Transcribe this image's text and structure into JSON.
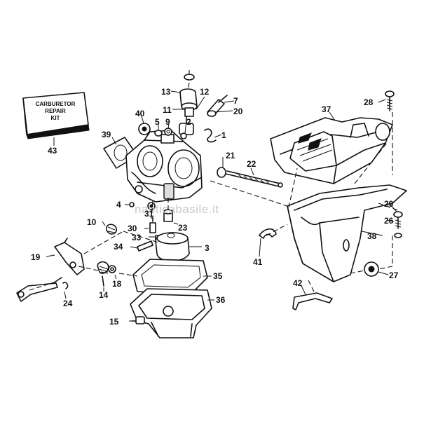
{
  "kit_box": {
    "lines": [
      "CARBURETOR",
      "REPAIR",
      "KIT"
    ]
  },
  "watermark": "nauticabasile.it",
  "callouts": [
    {
      "id": "1",
      "label": "1"
    },
    {
      "id": "2",
      "label": "2"
    },
    {
      "id": "3",
      "label": "3"
    },
    {
      "id": "4",
      "label": "4"
    },
    {
      "id": "5",
      "label": "5"
    },
    {
      "id": "7",
      "label": "7"
    },
    {
      "id": "9",
      "label": "9"
    },
    {
      "id": "10",
      "label": "10"
    },
    {
      "id": "11",
      "label": "11"
    },
    {
      "id": "12",
      "label": "12"
    },
    {
      "id": "13",
      "label": "13"
    },
    {
      "id": "14",
      "label": "14"
    },
    {
      "id": "15",
      "label": "15"
    },
    {
      "id": "18",
      "label": "18"
    },
    {
      "id": "19",
      "label": "19"
    },
    {
      "id": "20",
      "label": "20"
    },
    {
      "id": "21",
      "label": "21"
    },
    {
      "id": "22",
      "label": "22"
    },
    {
      "id": "23",
      "label": "23"
    },
    {
      "id": "24",
      "label": "24"
    },
    {
      "id": "26",
      "label": "26"
    },
    {
      "id": "27",
      "label": "27"
    },
    {
      "id": "28",
      "label": "28"
    },
    {
      "id": "29",
      "label": "29"
    },
    {
      "id": "30",
      "label": "30"
    },
    {
      "id": "31",
      "label": "31"
    },
    {
      "id": "33",
      "label": "33"
    },
    {
      "id": "34",
      "label": "34"
    },
    {
      "id": "35",
      "label": "35"
    },
    {
      "id": "36",
      "label": "36"
    },
    {
      "id": "37",
      "label": "37"
    },
    {
      "id": "38",
      "label": "38"
    },
    {
      "id": "39",
      "label": "39"
    },
    {
      "id": "40",
      "label": "40"
    },
    {
      "id": "41",
      "label": "41"
    },
    {
      "id": "42",
      "label": "42"
    },
    {
      "id": "43",
      "label": "43"
    }
  ]
}
